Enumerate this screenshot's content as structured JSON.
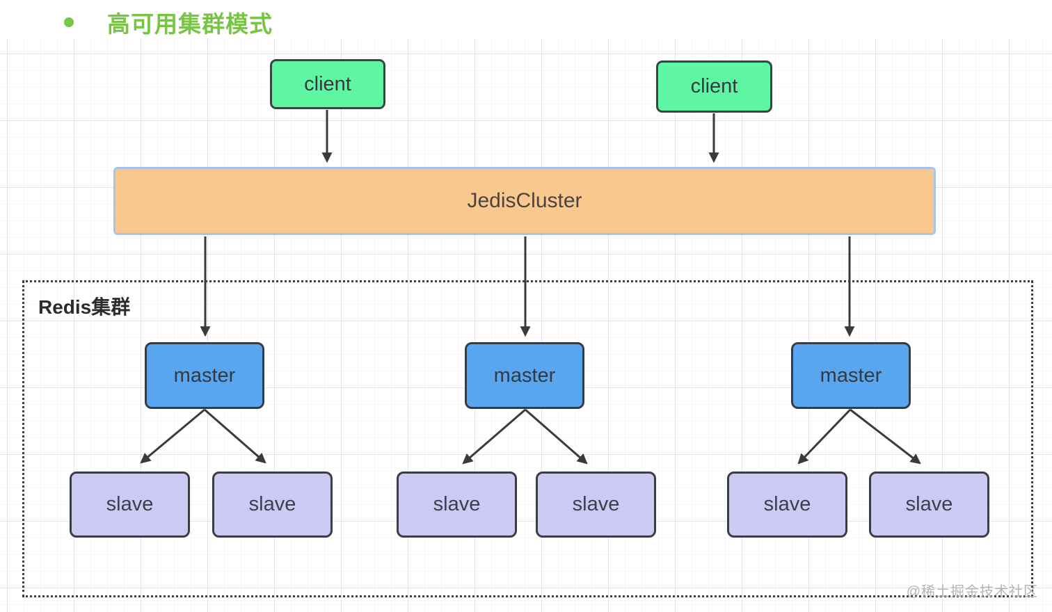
{
  "title": {
    "text": "高可用集群模式"
  },
  "nodes": {
    "clients": [
      {
        "label": "client"
      },
      {
        "label": "client"
      }
    ],
    "middleware": {
      "label": "JedisCluster"
    },
    "masters": [
      {
        "label": "master"
      },
      {
        "label": "master"
      },
      {
        "label": "master"
      }
    ],
    "slaves": [
      {
        "label": "slave"
      },
      {
        "label": "slave"
      },
      {
        "label": "slave"
      },
      {
        "label": "slave"
      },
      {
        "label": "slave"
      },
      {
        "label": "slave"
      }
    ]
  },
  "cluster": {
    "label": "Redis集群"
  },
  "watermark": {
    "text": "@稀土掘金技术社区"
  },
  "colors": {
    "title_green": "#76c544",
    "client_fill": "#5ef6a2",
    "middleware_fill": "#f9c88e",
    "middleware_border": "#a5c4e8",
    "master_fill": "#58a6f0",
    "slave_fill": "#cbcaf4",
    "box_border": "#3c4347",
    "arrow": "#3a3a3a",
    "dashed_border": "#3f3f3f",
    "watermark_gray": "#b5b5b8"
  }
}
